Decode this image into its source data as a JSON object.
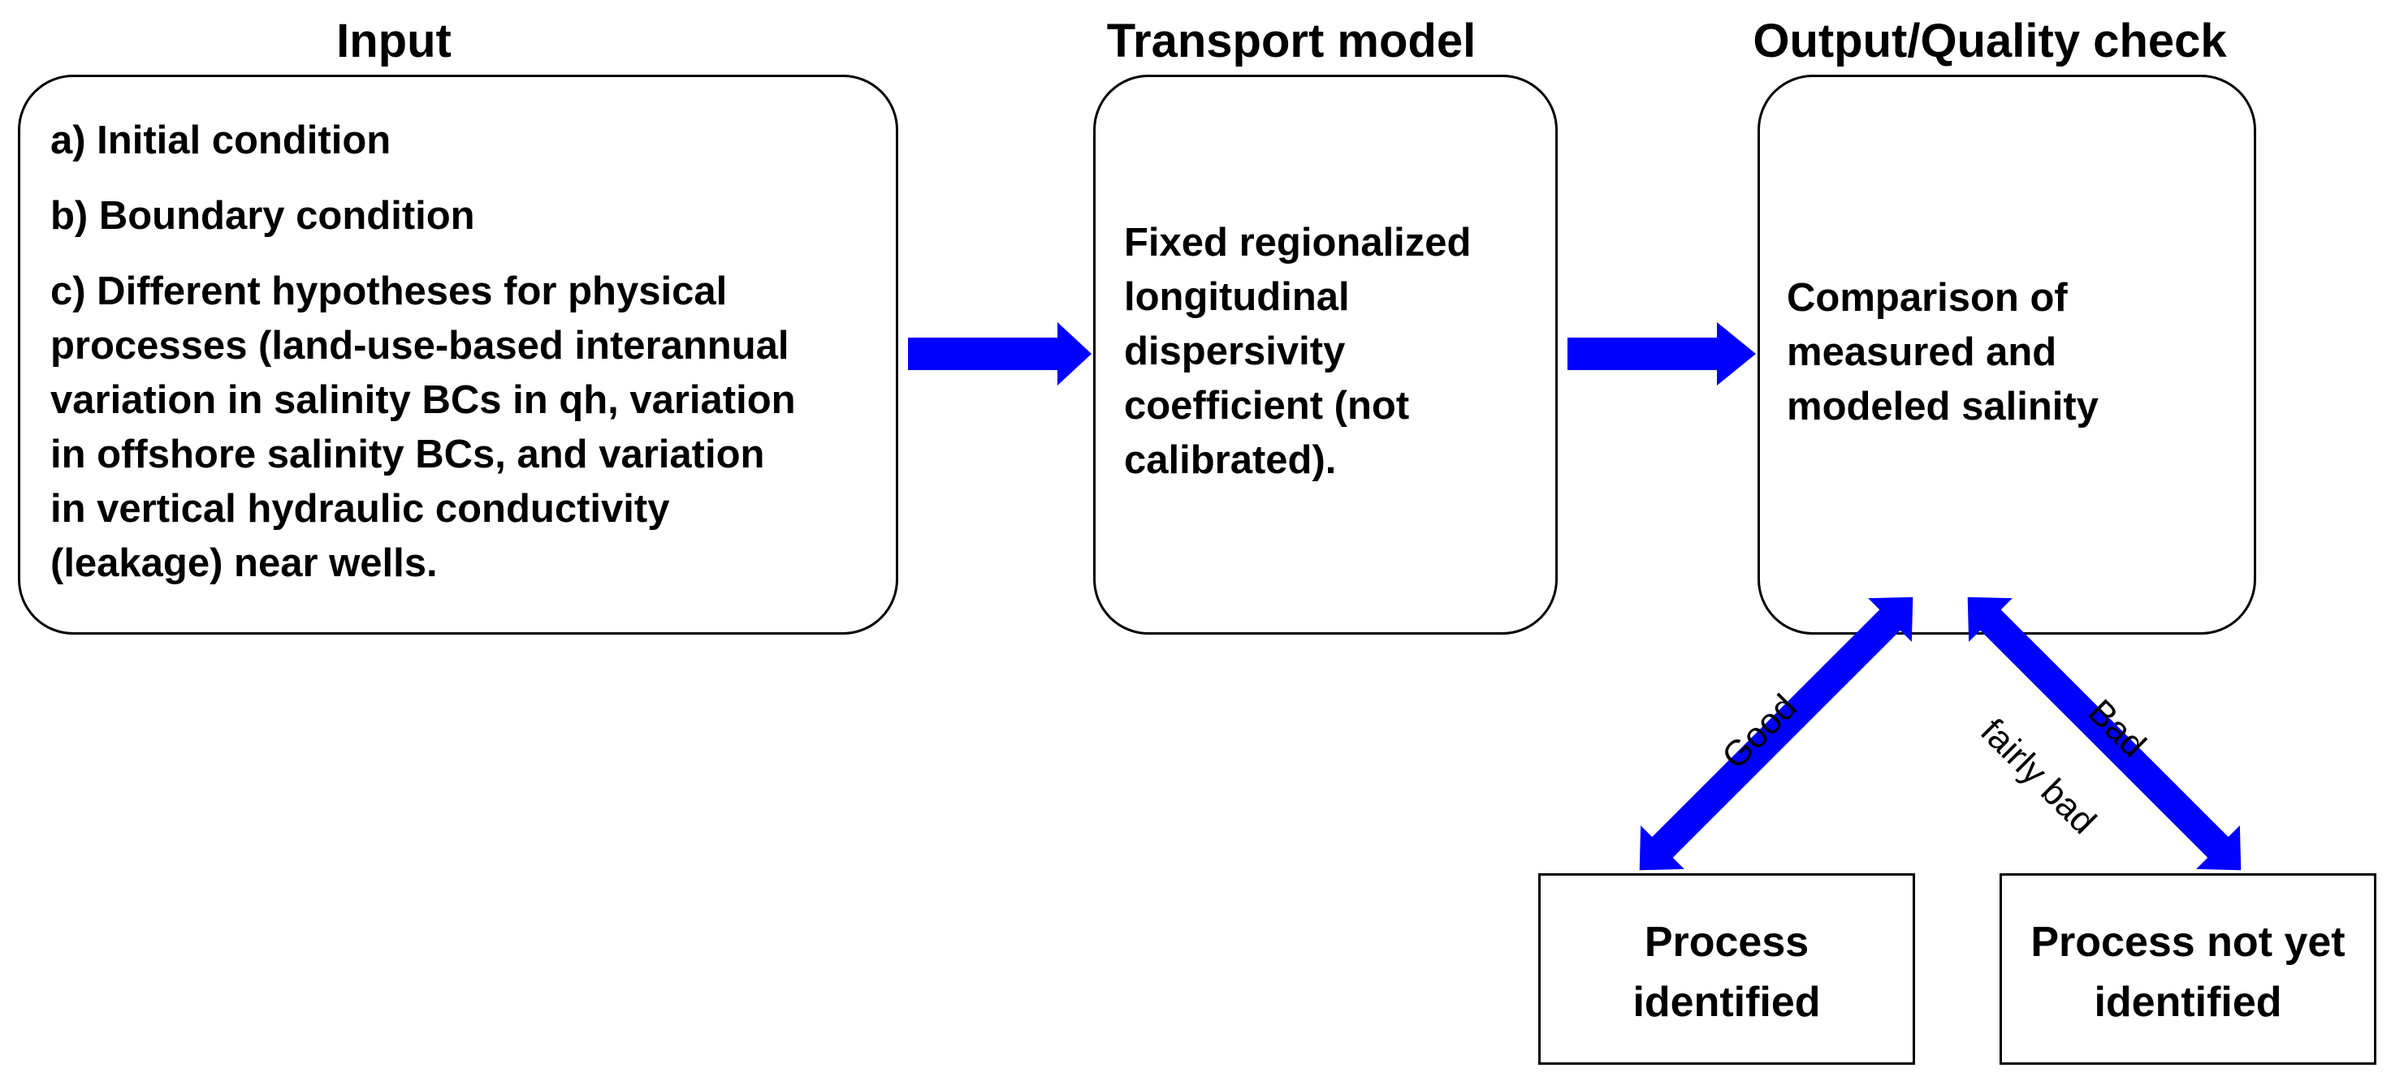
{
  "headings": {
    "input": "Input",
    "transport": "Transport model",
    "output": "Output/Quality check"
  },
  "input_box": {
    "line_a": "a) Initial condition",
    "line_b": "b) Boundary condition",
    "line_c": [
      "c) Different hypotheses for physical",
      "processes (land-use-based interannual",
      "variation in salinity BCs in qh, variation",
      "in offshore salinity BCs, and variation",
      "in vertical hydraulic conductivity",
      "(leakage) near wells."
    ]
  },
  "transport_box": {
    "lines": [
      "Fixed regionalized",
      "longitudinal",
      "dispersivity",
      "coefficient (not",
      "calibrated)."
    ]
  },
  "output_box": {
    "lines": [
      "Comparison of",
      "measured and",
      "modeled salinity"
    ]
  },
  "result_left": {
    "lines": [
      "Process",
      "identified"
    ]
  },
  "result_right": {
    "lines": [
      "Process not yet",
      "identified"
    ]
  },
  "arrow_labels": {
    "good": "Good",
    "bad": "Bad",
    "fairly_bad": "fairly bad"
  },
  "colors": {
    "arrow": "#0000ff",
    "border": "#000000"
  }
}
